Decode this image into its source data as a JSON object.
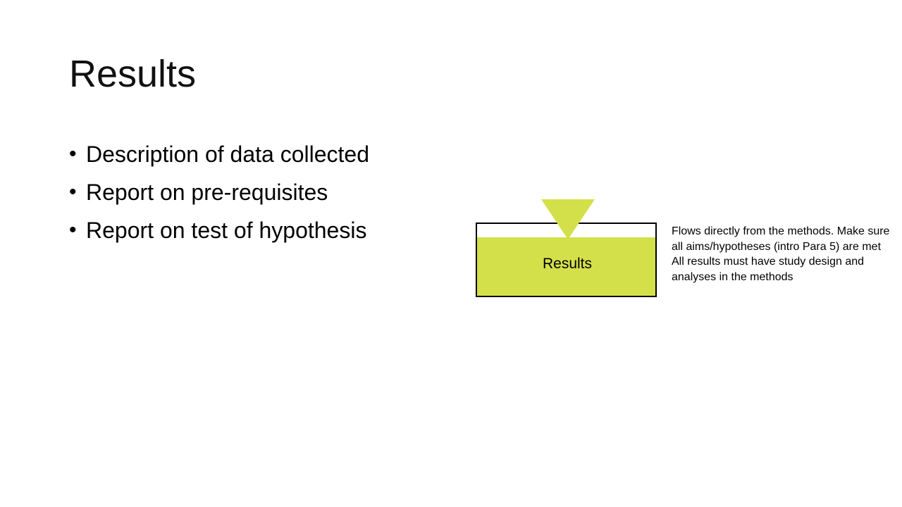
{
  "slide": {
    "title": "Results",
    "bullets": [
      "Description of data collected",
      "Report on pre-requisites",
      "Report on test of hypothesis"
    ],
    "bullet_glyph": "•"
  },
  "diagram": {
    "box_label": "Results",
    "fill_color": "#d4e04a",
    "border_color": "#000000",
    "funnel_icon": "downward-triangle-icon"
  },
  "note": {
    "lines": [
      "Flows directly from the methods. Make sure all aims/hypotheses (intro Para 5) are met",
      "All results must have study design and analyses in the methods"
    ]
  }
}
